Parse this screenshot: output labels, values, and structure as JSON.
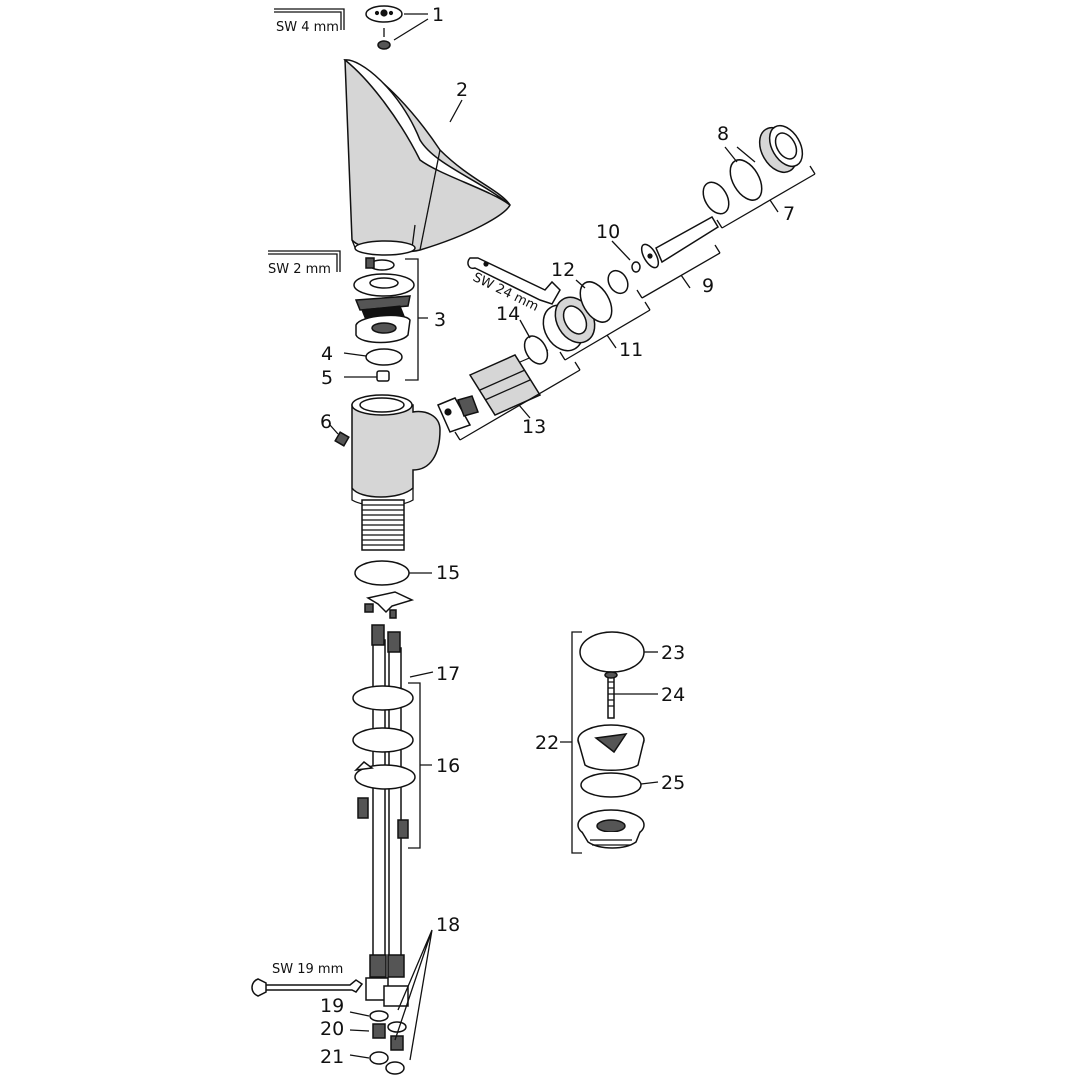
{
  "tools": {
    "hex_4": "SW 4 mm",
    "hex_2": "SW 2 mm",
    "wrench_24": "SW 24 mm",
    "wrench_19": "SW 19 mm"
  },
  "labels": {
    "p1": "1",
    "p2": "2",
    "p3": "3",
    "p4": "4",
    "p5": "5",
    "p6": "6",
    "p7": "7",
    "p8": "8",
    "p9": "9",
    "p10": "10",
    "p11": "11",
    "p12": "12",
    "p13": "13",
    "p14": "14",
    "p15": "15",
    "p16": "16",
    "p17": "17",
    "p18": "18",
    "p19": "19",
    "p20": "20",
    "p21": "21",
    "p22": "22",
    "p23": "23",
    "p24": "24",
    "p25": "25"
  },
  "colors": {
    "line": "#111111",
    "fill": "#d6d6d6",
    "background": "#ffffff"
  }
}
